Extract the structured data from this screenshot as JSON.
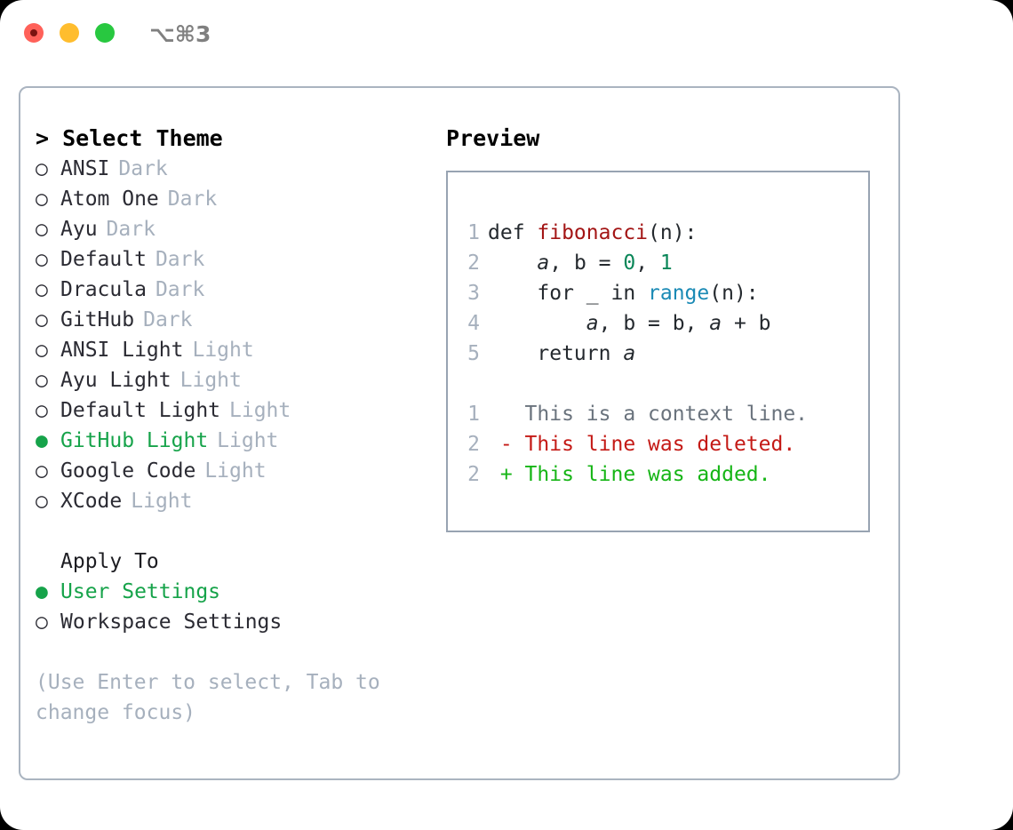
{
  "window": {
    "traffic_lights": [
      "close",
      "minimize",
      "maximize"
    ],
    "shortcut": "⌥⌘3"
  },
  "theme_list": {
    "header": "> Select Theme",
    "prompt_symbol": ">",
    "selected": "GitHub Light",
    "bullet_selected": "●",
    "bullet_unselected": "○",
    "items": [
      {
        "name": "ANSI",
        "category": "Dark",
        "selected": false
      },
      {
        "name": "Atom One",
        "category": "Dark",
        "selected": false
      },
      {
        "name": "Ayu",
        "category": "Dark",
        "selected": false
      },
      {
        "name": "Default",
        "category": "Dark",
        "selected": false
      },
      {
        "name": "Dracula",
        "category": "Dark",
        "selected": false
      },
      {
        "name": "GitHub",
        "category": "Dark",
        "selected": false
      },
      {
        "name": "ANSI Light",
        "category": "Light",
        "selected": false
      },
      {
        "name": "Ayu Light",
        "category": "Light",
        "selected": false
      },
      {
        "name": "Default Light",
        "category": "Light",
        "selected": false
      },
      {
        "name": "GitHub Light",
        "category": "Light",
        "selected": true
      },
      {
        "name": "Google Code",
        "category": "Light",
        "selected": false
      },
      {
        "name": "XCode",
        "category": "Light",
        "selected": false
      }
    ]
  },
  "apply_to": {
    "header": "Apply To",
    "selected": "User Settings",
    "items": [
      {
        "name": "User Settings",
        "selected": true
      },
      {
        "name": "Workspace Settings",
        "selected": false
      }
    ]
  },
  "hint": "(Use Enter to select, Tab to change focus)",
  "preview": {
    "title": "Preview",
    "code_lines": [
      {
        "num": "1",
        "tokens": [
          {
            "text": "def ",
            "type": "plain"
          },
          {
            "text": "fibonacci",
            "type": "fn"
          },
          {
            "text": "(n):",
            "type": "plain"
          }
        ]
      },
      {
        "num": "2",
        "tokens": [
          {
            "text": "    ",
            "type": "plain"
          },
          {
            "text": "a",
            "type": "var"
          },
          {
            "text": ", ",
            "type": "plain"
          },
          {
            "text": "b",
            "type": "plain"
          },
          {
            "text": " = ",
            "type": "plain"
          },
          {
            "text": "0",
            "type": "num"
          },
          {
            "text": ", ",
            "type": "plain"
          },
          {
            "text": "1",
            "type": "num"
          }
        ]
      },
      {
        "num": "3",
        "tokens": [
          {
            "text": "    for _ in ",
            "type": "plain"
          },
          {
            "text": "range",
            "type": "call"
          },
          {
            "text": "(n):",
            "type": "plain"
          }
        ]
      },
      {
        "num": "4",
        "tokens": [
          {
            "text": "        ",
            "type": "plain"
          },
          {
            "text": "a",
            "type": "var"
          },
          {
            "text": ", b = b, ",
            "type": "plain"
          },
          {
            "text": "a",
            "type": "var"
          },
          {
            "text": " + b",
            "type": "plain"
          }
        ]
      },
      {
        "num": "5",
        "tokens": [
          {
            "text": "    return ",
            "type": "plain"
          },
          {
            "text": "a",
            "type": "var"
          }
        ]
      }
    ],
    "diff_lines": [
      {
        "num": "1",
        "marker": " ",
        "text": "This is a context line.",
        "type": "context"
      },
      {
        "num": "2",
        "marker": "-",
        "text": "This line was deleted.",
        "type": "deleted"
      },
      {
        "num": "2",
        "marker": "+",
        "text": "This line was added.",
        "type": "added"
      }
    ]
  },
  "colors": {
    "accent_green": "#16a34a",
    "diff_added": "#16b516",
    "diff_deleted": "#c41a16",
    "muted": "#a6b0bd",
    "border": "#aab4c0",
    "function_name": "#a31515",
    "number_literal": "#098658",
    "builtin_call": "#1a8ab5"
  }
}
